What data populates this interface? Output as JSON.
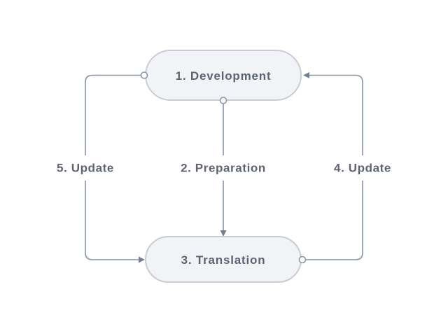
{
  "diagram": {
    "nodes": {
      "development": {
        "label": "1. Development"
      },
      "translation": {
        "label": "3. Translation"
      }
    },
    "edges": {
      "preparation": {
        "label": "2. Preparation",
        "from": "development",
        "to": "translation",
        "side": "center"
      },
      "update_right": {
        "label": "4. Update",
        "from": "translation",
        "to": "development",
        "side": "right"
      },
      "update_left": {
        "label": "5. Update",
        "from": "development",
        "to": "translation",
        "side": "left"
      }
    },
    "colors": {
      "background": "#ffffff",
      "node_fill": "#f2f3f6",
      "node_border": "#c9ccd3",
      "connector": "#8595a8",
      "arrowhead": "#74808f",
      "text": "#5c6372"
    }
  }
}
